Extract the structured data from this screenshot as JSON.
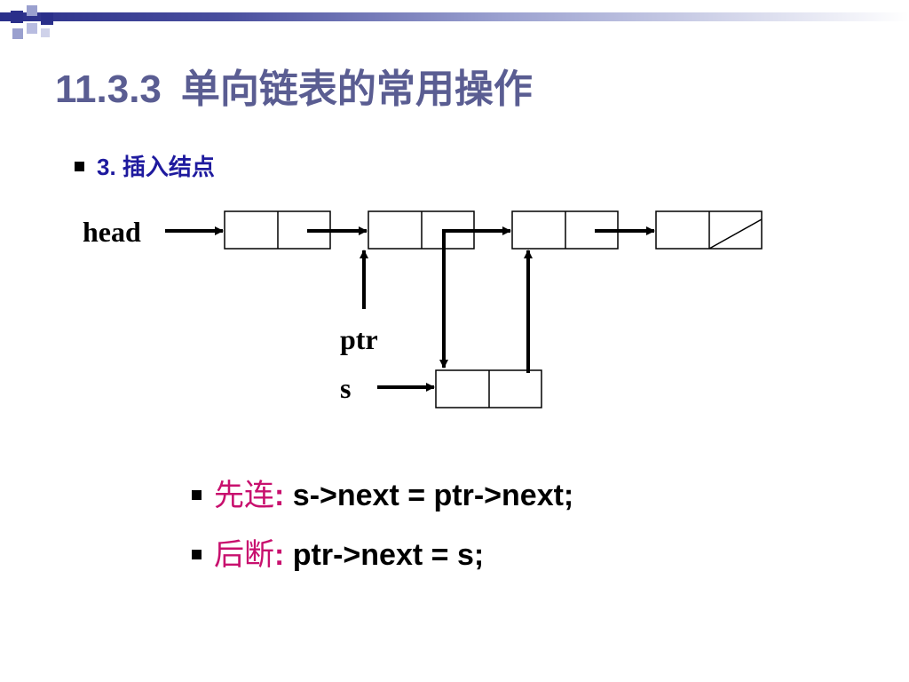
{
  "title": {
    "section": "11.3.3",
    "text": "单向链表的常用操作"
  },
  "subheading": "3. 插入结点",
  "diagram": {
    "head_label": "head",
    "ptr_label": "ptr",
    "s_label": "s"
  },
  "statements": [
    {
      "label": "先连",
      "code": "s->next = ptr->next;"
    },
    {
      "label": "后断",
      "code": "ptr->next = s;"
    }
  ]
}
